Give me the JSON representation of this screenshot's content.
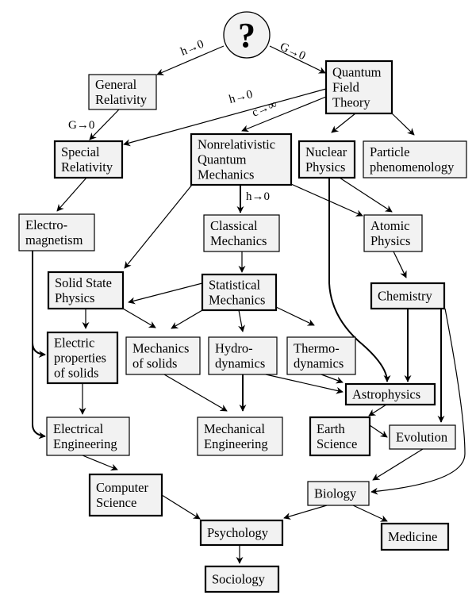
{
  "title": "Hierarchy of physical theories and sciences",
  "root": {
    "id": "unknown",
    "label": "?"
  },
  "nodes": [
    {
      "id": "general_relativity",
      "lines": [
        "General",
        "Relativity"
      ]
    },
    {
      "id": "qft",
      "lines": [
        "Quantum",
        "Field",
        "Theory"
      ]
    },
    {
      "id": "special_relativity",
      "lines": [
        "Special",
        "Relativity"
      ]
    },
    {
      "id": "nrqm",
      "lines": [
        "Nonrelativistic",
        "Quantum",
        "Mechanics"
      ]
    },
    {
      "id": "nuclear_physics",
      "lines": [
        "Nuclear",
        "Physics"
      ]
    },
    {
      "id": "particle_phenomenology",
      "lines": [
        "Particle",
        "phenomenology"
      ]
    },
    {
      "id": "electromagnetism",
      "lines": [
        "Electro-",
        "magnetism"
      ]
    },
    {
      "id": "classical_mechanics",
      "lines": [
        "Classical",
        "Mechanics"
      ]
    },
    {
      "id": "atomic_physics",
      "lines": [
        "Atomic",
        "Physics"
      ]
    },
    {
      "id": "solid_state_physics",
      "lines": [
        "Solid State",
        "Physics"
      ]
    },
    {
      "id": "statistical_mechanics",
      "lines": [
        "Statistical",
        "Mechanics"
      ]
    },
    {
      "id": "chemistry",
      "lines": [
        "Chemistry"
      ]
    },
    {
      "id": "electric_properties",
      "lines": [
        "Electric",
        "properties",
        "of solids"
      ]
    },
    {
      "id": "mechanics_of_solids",
      "lines": [
        "Mechanics",
        "of solids"
      ]
    },
    {
      "id": "hydrodynamics",
      "lines": [
        "Hydro-",
        "dynamics"
      ]
    },
    {
      "id": "thermodynamics",
      "lines": [
        "Thermo-",
        "dynamics"
      ]
    },
    {
      "id": "astrophysics",
      "lines": [
        "Astrophysics"
      ]
    },
    {
      "id": "electrical_engineering",
      "lines": [
        "Electrical",
        "Engineering"
      ]
    },
    {
      "id": "mechanical_engineering",
      "lines": [
        "Mechanical",
        "Engineering"
      ]
    },
    {
      "id": "earth_science",
      "lines": [
        "Earth",
        "Science"
      ]
    },
    {
      "id": "evolution",
      "lines": [
        "Evolution"
      ]
    },
    {
      "id": "computer_science",
      "lines": [
        "Computer",
        "Science"
      ]
    },
    {
      "id": "biology",
      "lines": [
        "Biology"
      ]
    },
    {
      "id": "psychology",
      "lines": [
        "Psychology"
      ]
    },
    {
      "id": "medicine",
      "lines": [
        "Medicine"
      ]
    },
    {
      "id": "sociology",
      "lines": [
        "Sociology"
      ]
    }
  ],
  "edges": [
    {
      "from": "unknown",
      "to": "general_relativity",
      "label": "h→0"
    },
    {
      "from": "unknown",
      "to": "qft",
      "label": "G→0"
    },
    {
      "from": "general_relativity",
      "to": "special_relativity",
      "label": "G→0"
    },
    {
      "from": "qft",
      "to": "special_relativity",
      "label": "h→0"
    },
    {
      "from": "qft",
      "to": "nrqm",
      "label": "c→∞"
    },
    {
      "from": "qft",
      "to": "nuclear_physics",
      "label": ""
    },
    {
      "from": "qft",
      "to": "particle_phenomenology",
      "label": ""
    },
    {
      "from": "special_relativity",
      "to": "electromagnetism",
      "label": ""
    },
    {
      "from": "nrqm",
      "to": "classical_mechanics",
      "label": "h→0"
    },
    {
      "from": "nrqm",
      "to": "atomic_physics",
      "label": ""
    },
    {
      "from": "nrqm",
      "to": "solid_state_physics",
      "label": ""
    },
    {
      "from": "nuclear_physics",
      "to": "atomic_physics",
      "label": ""
    },
    {
      "from": "nuclear_physics",
      "to": "astrophysics",
      "label": ""
    },
    {
      "from": "electromagnetism",
      "to": "electric_properties",
      "label": ""
    },
    {
      "from": "electromagnetism",
      "to": "electrical_engineering",
      "label": ""
    },
    {
      "from": "classical_mechanics",
      "to": "statistical_mechanics",
      "label": ""
    },
    {
      "from": "atomic_physics",
      "to": "chemistry",
      "label": ""
    },
    {
      "from": "statistical_mechanics",
      "to": "solid_state_physics",
      "label": ""
    },
    {
      "from": "statistical_mechanics",
      "to": "mechanics_of_solids",
      "label": ""
    },
    {
      "from": "statistical_mechanics",
      "to": "hydrodynamics",
      "label": ""
    },
    {
      "from": "statistical_mechanics",
      "to": "thermodynamics",
      "label": ""
    },
    {
      "from": "solid_state_physics",
      "to": "electric_properties",
      "label": ""
    },
    {
      "from": "solid_state_physics",
      "to": "mechanics_of_solids",
      "label": ""
    },
    {
      "from": "chemistry",
      "to": "astrophysics",
      "label": ""
    },
    {
      "from": "chemistry",
      "to": "evolution",
      "label": ""
    },
    {
      "from": "chemistry",
      "to": "biology",
      "label": ""
    },
    {
      "from": "electric_properties",
      "to": "electrical_engineering",
      "label": ""
    },
    {
      "from": "mechanics_of_solids",
      "to": "mechanical_engineering",
      "label": ""
    },
    {
      "from": "hydrodynamics",
      "to": "mechanical_engineering",
      "label": ""
    },
    {
      "from": "hydrodynamics",
      "to": "astrophysics",
      "label": ""
    },
    {
      "from": "thermodynamics",
      "to": "astrophysics",
      "label": ""
    },
    {
      "from": "astrophysics",
      "to": "earth_science",
      "label": ""
    },
    {
      "from": "earth_science",
      "to": "evolution",
      "label": ""
    },
    {
      "from": "evolution",
      "to": "biology",
      "label": ""
    },
    {
      "from": "electrical_engineering",
      "to": "computer_science",
      "label": ""
    },
    {
      "from": "computer_science",
      "to": "psychology",
      "label": ""
    },
    {
      "from": "biology",
      "to": "psychology",
      "label": ""
    },
    {
      "from": "biology",
      "to": "medicine",
      "label": ""
    },
    {
      "from": "psychology",
      "to": "sociology",
      "label": ""
    }
  ]
}
